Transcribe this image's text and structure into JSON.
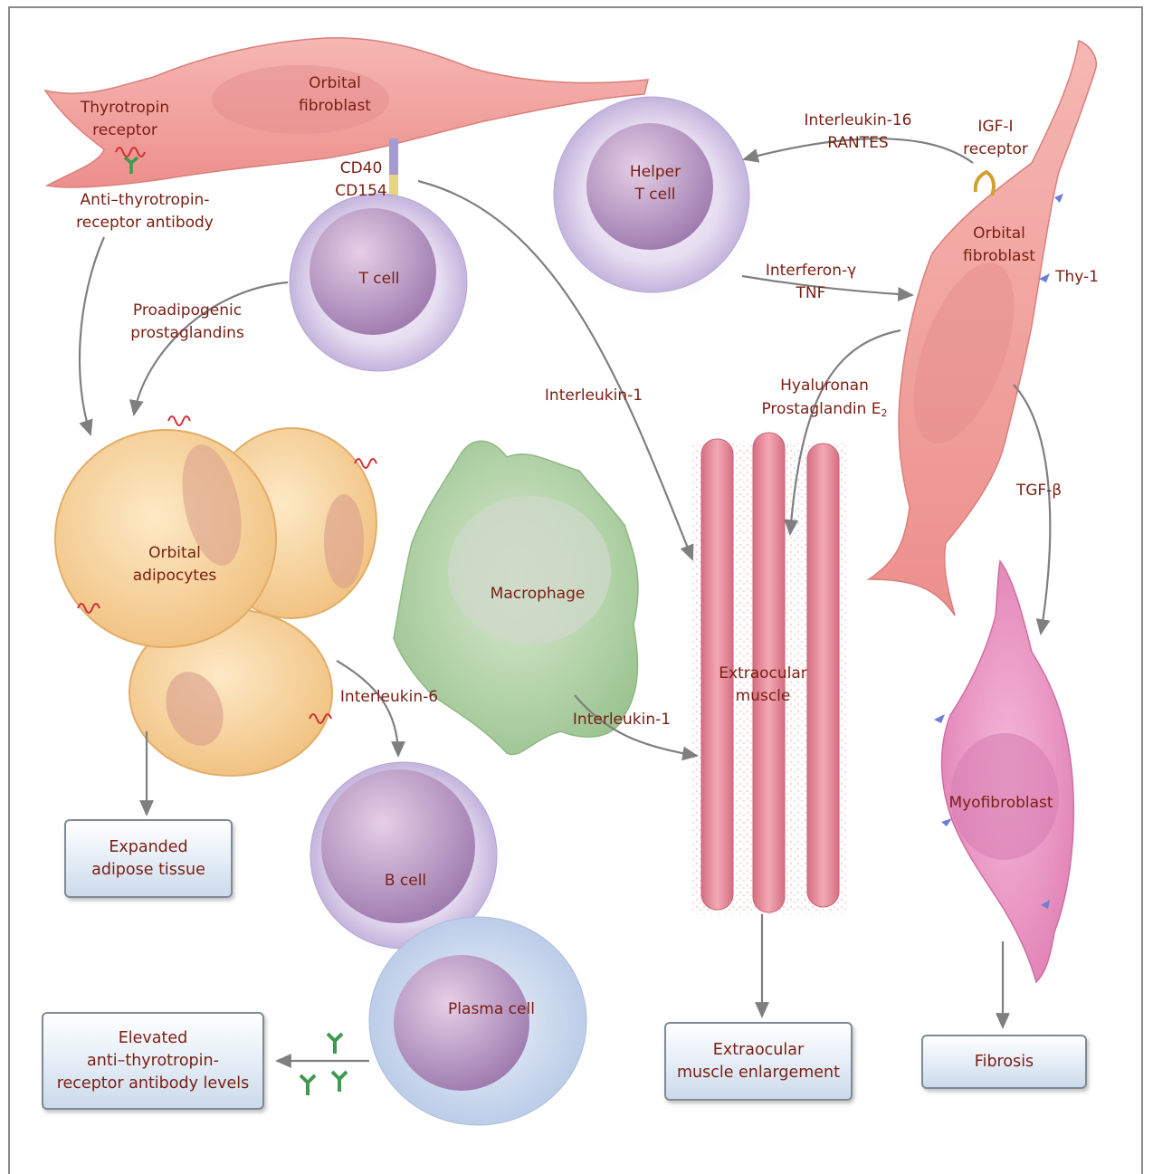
{
  "labels": {
    "orbital_fibroblast_top": "Orbital\nfibroblast",
    "thyrotropin_receptor": "Thyrotropin\nreceptor",
    "anti_tsh_receptor_antibody": "Anti–thyrotropin-\nreceptor antibody",
    "cd40_cd154": "CD40\nCD154",
    "t_cell": "T cell",
    "helper_t_cell": "Helper\nT cell",
    "interleukin16_rantes": "Interleukin-16\nRANTES",
    "igf1_receptor": "IGF-I\nreceptor",
    "orbital_fibroblast_right": "Orbital\nfibroblast",
    "thy1": "Thy-1",
    "interferon_tnf": "Interferon-γ\nTNF",
    "proadipogenic": "Proadipogenic\nprostaglandins",
    "interleukin1_top": "Interleukin-1",
    "hyaluronan": "Hyaluronan",
    "prostaglandin": "Prostaglandin E",
    "prostaglandin_sub": "2",
    "tgf_beta": "TGF-β",
    "orbital_adipocytes": "Orbital\nadipocytes",
    "macrophage": "Macrophage",
    "extraocular_muscle": "Extraocular\nmuscle",
    "interleukin6": "Interleukin-6",
    "interleukin1_bottom": "Interleukin-1",
    "myofibroblast": "Myofibroblast",
    "b_cell": "B cell",
    "plasma_cell": "Plasma cell"
  },
  "outcomes": {
    "adipose": "Expanded\nadipose tissue",
    "antibody_levels": "Elevated\nanti–thyrotropin-\nreceptor antibody levels",
    "muscle": "Extraocular\nmuscle enlargement",
    "fibrosis": "Fibrosis"
  },
  "colors": {
    "label_text": "#7a1e12",
    "fibroblast": "#f2a3a0",
    "adipocyte": "#f8d6a0",
    "lymphocyte": "#c9b4dc",
    "macrophage": "#b9d6b0",
    "muscle": "#e8909e",
    "myofibroblast": "#ef9cc6",
    "arrow": "#7f7f7f"
  }
}
